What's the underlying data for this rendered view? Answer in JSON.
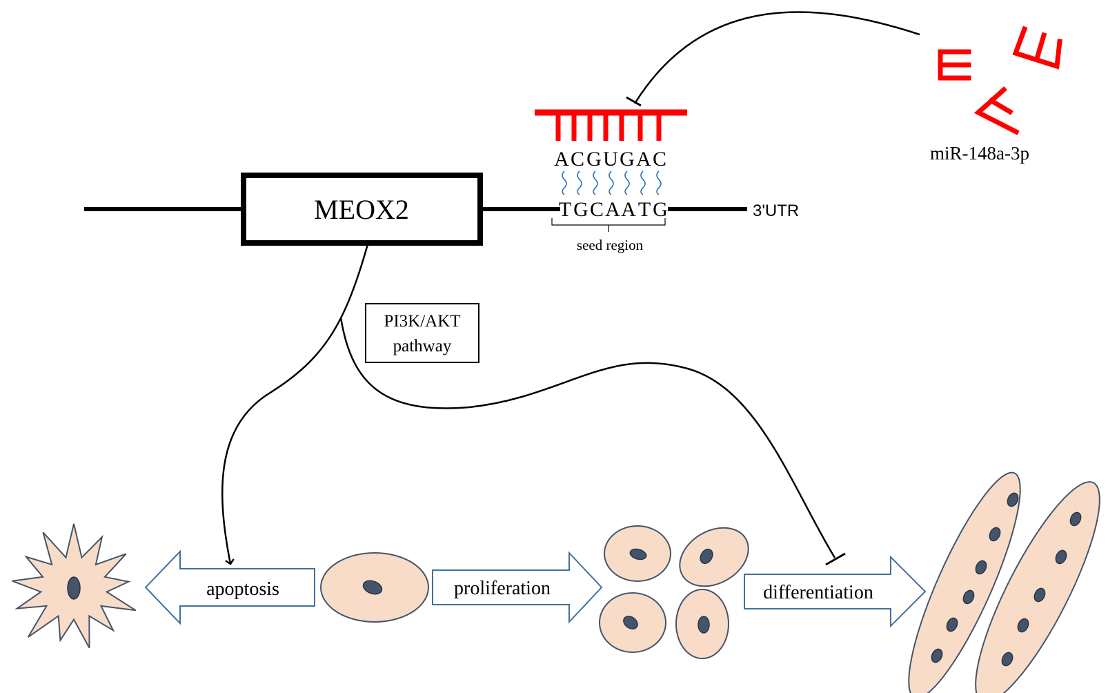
{
  "gene": {
    "label": "MEOX2",
    "utr_label": "3'UTR"
  },
  "mirna": {
    "label": "miR-148a-3p"
  },
  "binding": {
    "mirna_seq": [
      "A",
      "C",
      "G",
      "U",
      "G",
      "A",
      "C"
    ],
    "mrna_seq": [
      "T",
      "G",
      "C",
      "A",
      "A",
      "T",
      "G"
    ],
    "seed_label": "seed region"
  },
  "pathway": {
    "line1": "PI3K/AKT",
    "line2": "pathway"
  },
  "processes": {
    "apoptosis": "apoptosis",
    "proliferation": "proliferation",
    "differentiation": "differentiation"
  },
  "colors": {
    "mirna_red": "#ff0000",
    "cell_fill": "#f8dcc8",
    "cell_stroke": "#44546a",
    "nucleus": "#44546a",
    "arrow_stroke": "#41719c",
    "wave": "#2e75b6"
  }
}
